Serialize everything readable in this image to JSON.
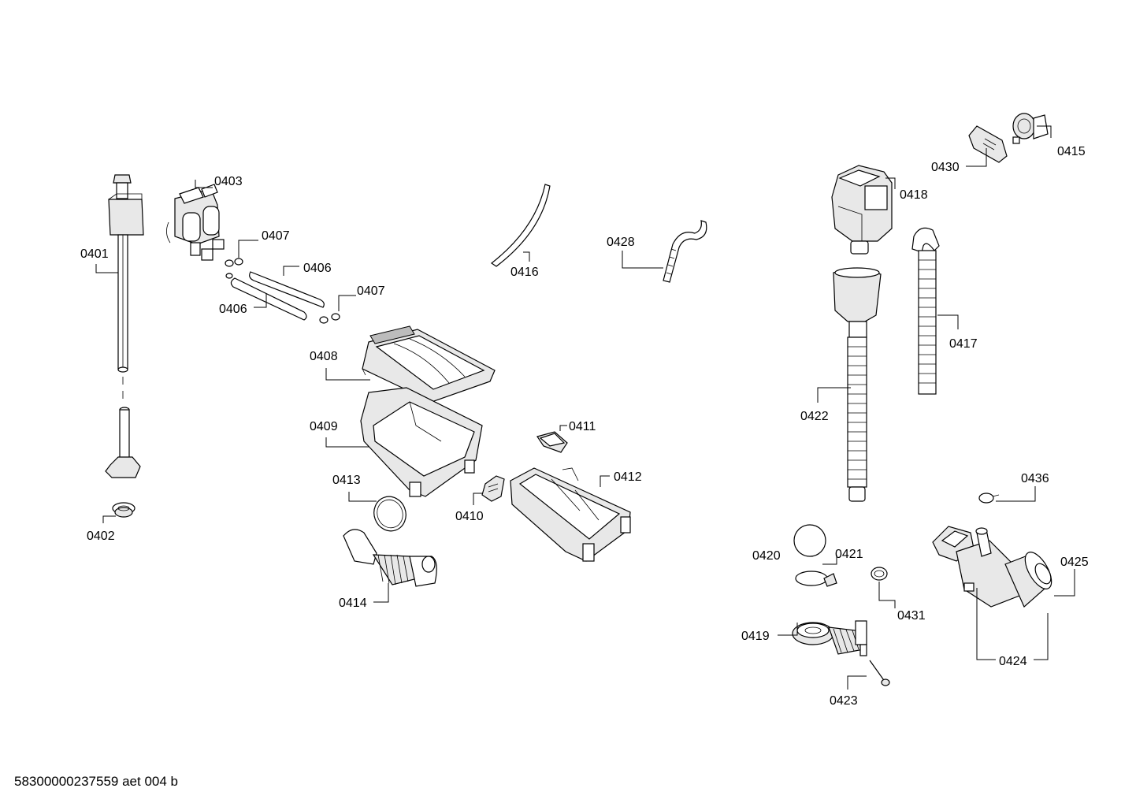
{
  "document_code": "58300000237559 aet 004 b",
  "labels": {
    "p0401": "0401",
    "p0402": "0402",
    "p0403": "0403",
    "p0406a": "0406",
    "p0406b": "0406",
    "p0407a": "0407",
    "p0407b": "0407",
    "p0408": "0408",
    "p0409": "0409",
    "p0410": "0410",
    "p0411": "0411",
    "p0412": "0412",
    "p0413": "0413",
    "p0414": "0414",
    "p0415": "0415",
    "p0416": "0416",
    "p0417": "0417",
    "p0418": "0418",
    "p0419": "0419",
    "p0420": "0420",
    "p0421": "0421",
    "p0422": "0422",
    "p0423": "0423",
    "p0424": "0424",
    "p0425": "0425",
    "p0428": "0428",
    "p0430": "0430",
    "p0431": "0431",
    "p0436": "0436"
  }
}
